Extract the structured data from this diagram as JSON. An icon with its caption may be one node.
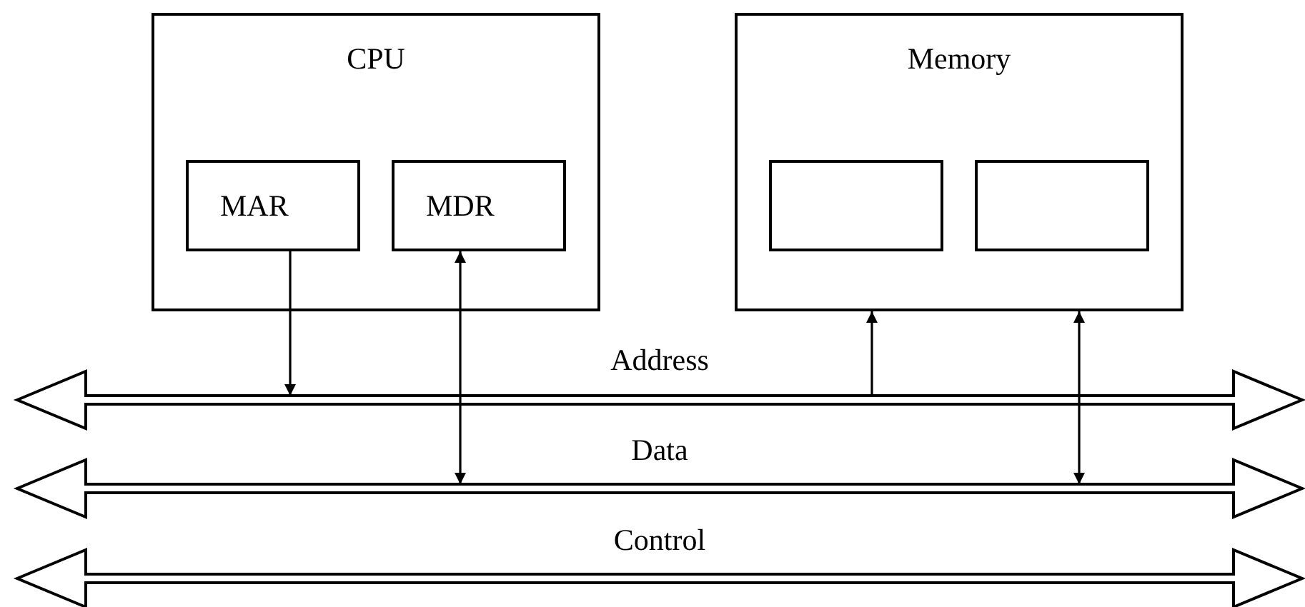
{
  "diagram": {
    "nodes": [
      {
        "text": [
          "CPU"
        ]
      },
      {
        "text": [
          "MAR"
        ],
        "in": 0
      },
      {
        "text": [
          "MDR"
        ],
        "in": 0
      },
      {
        "text": [
          "Memory"
        ]
      },
      {
        "text": [],
        "shape": "box",
        "in": 3
      },
      {
        "text": [],
        "shape": "box",
        "in": 3
      },
      {
        "text": [
          "Address"
        ]
      },
      {
        "text": [
          "Data"
        ]
      },
      {
        "text": [
          "Control"
        ]
      }
    ],
    "edges": [
      {
        "from": 1,
        "to": 6,
        "arrow": "to"
      },
      {
        "from": 2,
        "to": 7,
        "arrow": "both"
      },
      {
        "from": 6,
        "to": 3,
        "arrow": "to"
      },
      {
        "from": 3,
        "to": 7,
        "arrow": "both"
      }
    ]
  }
}
